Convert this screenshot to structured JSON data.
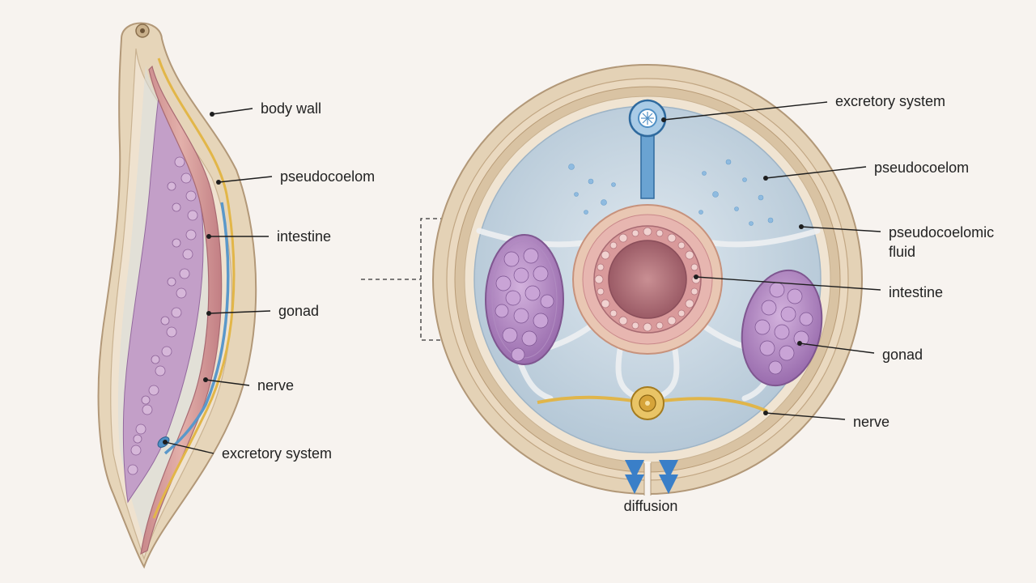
{
  "longitudinal": {
    "labels": {
      "body_wall": "body wall",
      "pseudocoelom": "pseudocoelom",
      "intestine": "intestine",
      "gonad": "gonad",
      "nerve": "nerve",
      "excretory_system": "excretory system"
    }
  },
  "cross_section": {
    "labels": {
      "excretory_system": "excretory system",
      "pseudocoelom": "pseudocoelom",
      "pseudocoelomic_fluid_line1": "pseudocoelomic",
      "pseudocoelomic_fluid_line2": "fluid",
      "intestine": "intestine",
      "gonad": "gonad",
      "nerve": "nerve",
      "diffusion": "diffusion"
    }
  },
  "colors": {
    "background": "#f7f3ef",
    "body_wall": "#e4d2b6",
    "body_wall_edge": "#b49a78",
    "intestine": "#d49a96",
    "gonad": "#b58cc2",
    "nerve": "#e0b54a",
    "excretory": "#4f8fc4",
    "fluid": "#c7d6e2",
    "arrow": "#3a7fc8"
  }
}
